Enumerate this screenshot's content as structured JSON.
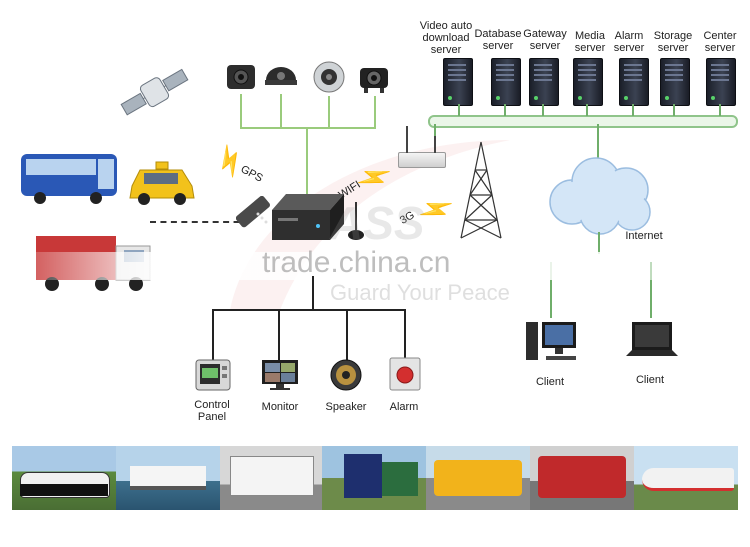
{
  "servers": [
    {
      "label_lines": [
        "Video auto",
        "download",
        "server"
      ]
    },
    {
      "label_lines": [
        "Database",
        "server"
      ]
    },
    {
      "label_lines": [
        "Gateway",
        "server"
      ]
    },
    {
      "label_lines": [
        "Media",
        "server"
      ]
    },
    {
      "label_lines": [
        "Alarm",
        "server"
      ]
    },
    {
      "label_lines": [
        "Storage",
        "server"
      ]
    },
    {
      "label_lines": [
        "Center",
        "server"
      ]
    }
  ],
  "links": {
    "gps": "GPS",
    "wifi": "WIFI",
    "three_g": "3G",
    "internet": "Internet"
  },
  "devices": [
    {
      "label_lines": [
        "Control",
        "Panel"
      ]
    },
    {
      "label_lines": [
        "Monitor"
      ]
    },
    {
      "label_lines": [
        "Speaker"
      ]
    },
    {
      "label_lines": [
        "Alarm"
      ]
    }
  ],
  "clients": [
    "Client",
    "Client"
  ],
  "watermark": {
    "site": "trade.china.cn",
    "slogan": "Guard Your Peace",
    "mark": "ASS"
  },
  "colors": {
    "network_line": "#9acb7c",
    "cloud": "#cfe2f5",
    "bolt": "#e7dc2a",
    "taxi": "#f2c21b"
  }
}
